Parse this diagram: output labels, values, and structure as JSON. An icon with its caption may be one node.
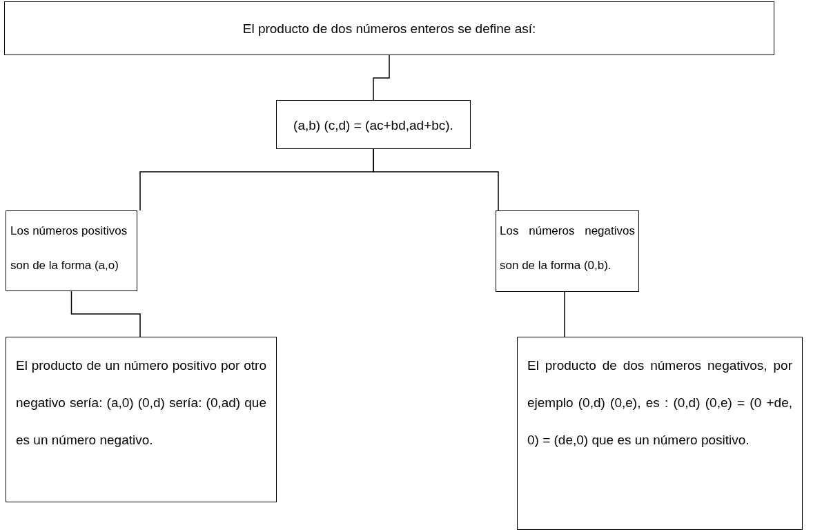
{
  "diagram": {
    "nodes": [
      {
        "text": [
          "El producto de dos números enteros se define así:"
        ]
      },
      {
        "text": [
          "(a,b) (c,d) = (ac+bd,ad+bc)."
        ]
      },
      {
        "text": [
          "Los números positivos son de la forma (a,o)"
        ]
      },
      {
        "text": [
          "Los números negativos son de la forma (0,b)."
        ]
      },
      {
        "text": [
          "El producto de un número positivo por otro negativo sería: (a,0) (0,d) sería: (0,ad) que es un número negativo."
        ]
      },
      {
        "text": [
          "El producto de dos números negativos, por ejemplo (0,d) (0,e), es : (0,d) (0,e) = (0 +de, 0)  = (de,0) que es un número positivo."
        ]
      }
    ],
    "edges": [
      {
        "from": 0,
        "to": 1,
        "arrow": "none"
      },
      {
        "from": 1,
        "to": 2,
        "arrow": "none"
      },
      {
        "from": 1,
        "to": 3,
        "arrow": "none"
      },
      {
        "from": 2,
        "to": 4,
        "arrow": "none"
      },
      {
        "from": 3,
        "to": 5,
        "arrow": "none"
      }
    ]
  }
}
